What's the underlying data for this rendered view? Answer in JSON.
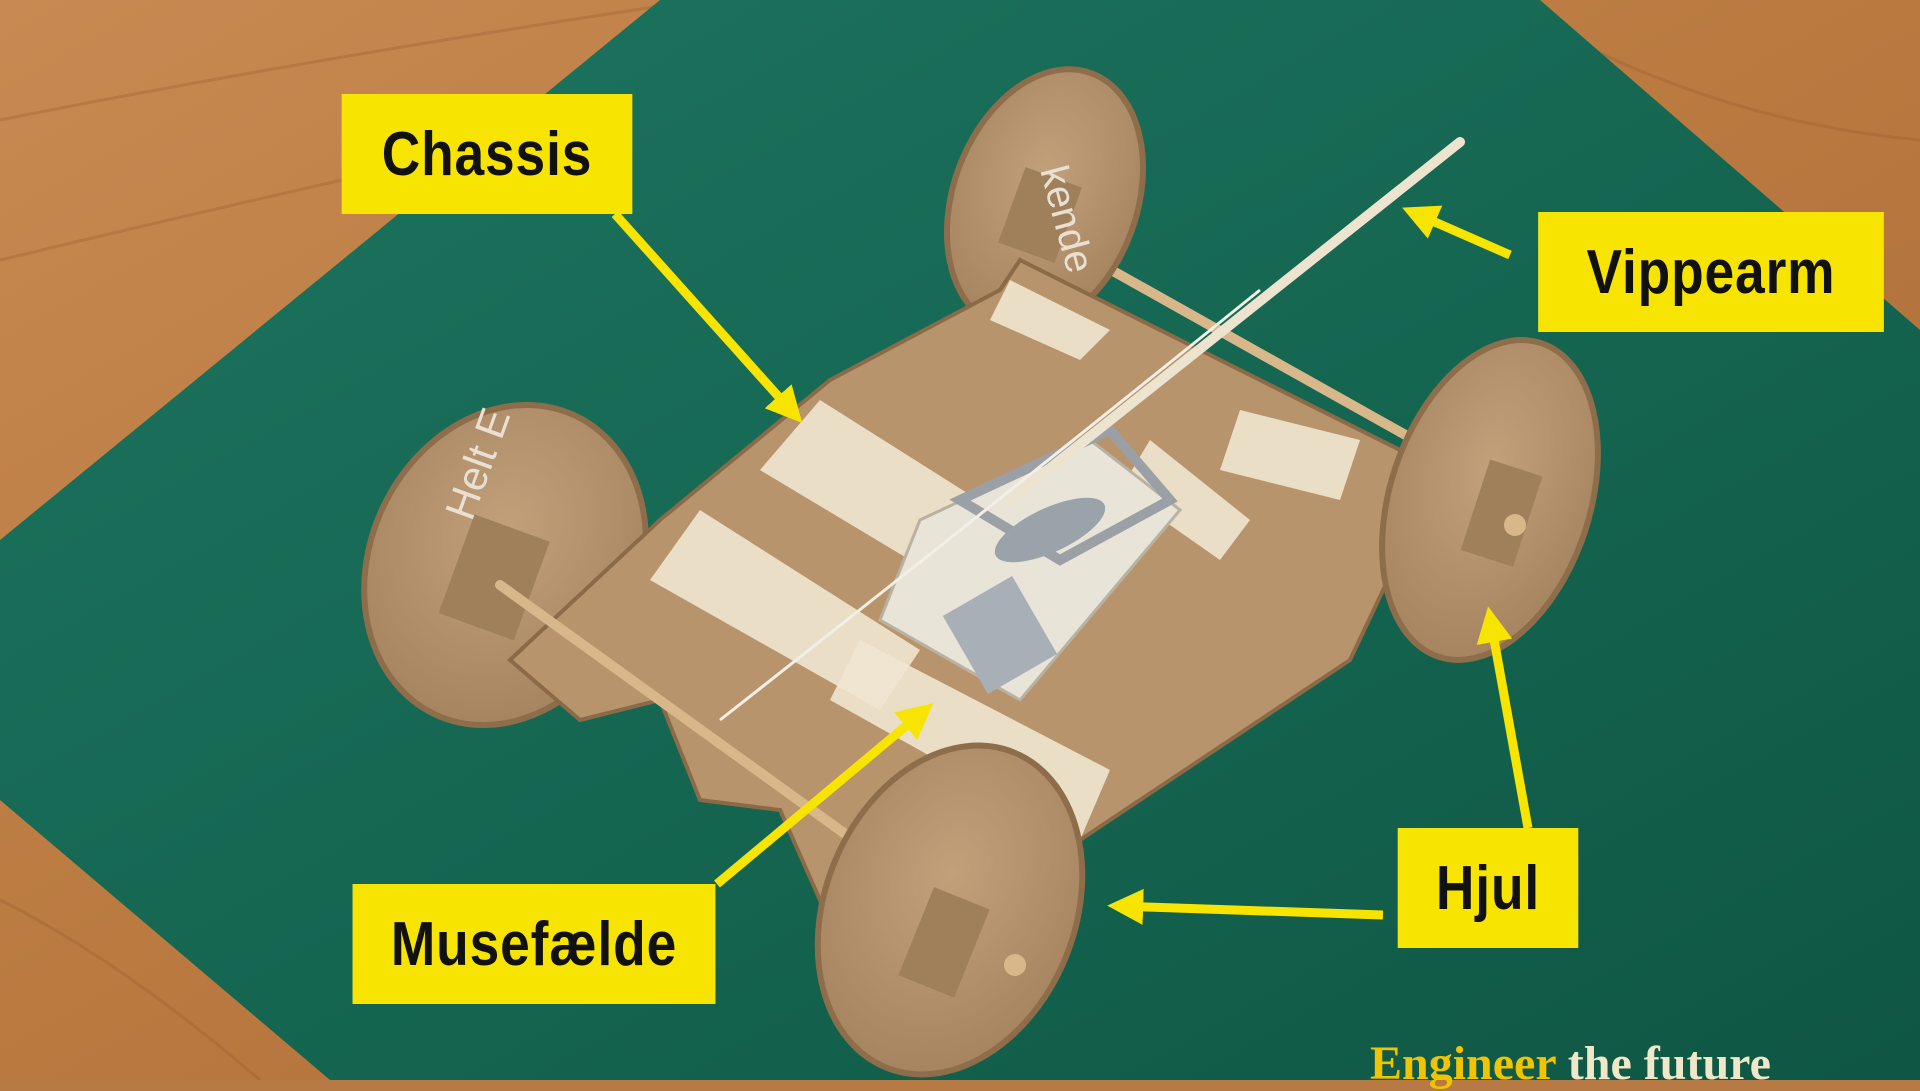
{
  "labels": {
    "chassis": "Chassis",
    "vippearm": "Vippearm",
    "hjul": "Hjul",
    "musefaelde": "Musefælde"
  },
  "watermark": {
    "part1": "Engineer",
    "part2": " the future"
  },
  "wheel_text": {
    "back_left": "Helt E",
    "back_top": "kende"
  },
  "colors": {
    "label_bg": "#f7e400",
    "arrow": "#f7e400",
    "mat": "#176a55",
    "table": "#b87a44",
    "cardboard": "#b4906a"
  }
}
